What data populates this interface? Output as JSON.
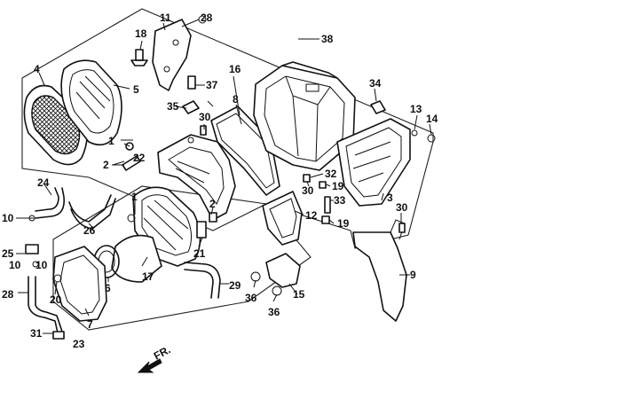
{
  "parts": [
    {
      "id": "p1a",
      "label": "1"
    },
    {
      "id": "p1b",
      "label": "1"
    },
    {
      "id": "p2a",
      "label": "2"
    },
    {
      "id": "p2b",
      "label": "2"
    },
    {
      "id": "p3",
      "label": "3"
    },
    {
      "id": "p4",
      "label": "4"
    },
    {
      "id": "p5",
      "label": "5"
    },
    {
      "id": "p6",
      "label": "6"
    },
    {
      "id": "p7",
      "label": "7"
    },
    {
      "id": "p8",
      "label": "8"
    },
    {
      "id": "p9",
      "label": "9"
    },
    {
      "id": "p10a",
      "label": "10"
    },
    {
      "id": "p10b",
      "label": "10"
    },
    {
      "id": "p10c",
      "label": "10"
    },
    {
      "id": "p11",
      "label": "11"
    },
    {
      "id": "p12",
      "label": "12"
    },
    {
      "id": "p13",
      "label": "13"
    },
    {
      "id": "p14",
      "label": "14"
    },
    {
      "id": "p15",
      "label": "15"
    },
    {
      "id": "p16",
      "label": "16"
    },
    {
      "id": "p17",
      "label": "17"
    },
    {
      "id": "p18",
      "label": "18"
    },
    {
      "id": "p19a",
      "label": "19"
    },
    {
      "id": "p19b",
      "label": "19"
    },
    {
      "id": "p20",
      "label": "20"
    },
    {
      "id": "p21",
      "label": "21"
    },
    {
      "id": "p22",
      "label": "22"
    },
    {
      "id": "p23",
      "label": "23"
    },
    {
      "id": "p24",
      "label": "24"
    },
    {
      "id": "p25",
      "label": "25"
    },
    {
      "id": "p26",
      "label": "26"
    },
    {
      "id": "p28a",
      "label": "28"
    },
    {
      "id": "p28b",
      "label": "28"
    },
    {
      "id": "p29",
      "label": "29"
    },
    {
      "id": "p30a",
      "label": "30"
    },
    {
      "id": "p30b",
      "label": "30"
    },
    {
      "id": "p30c",
      "label": "30"
    },
    {
      "id": "p31",
      "label": "31"
    },
    {
      "id": "p32",
      "label": "32"
    },
    {
      "id": "p33",
      "label": "33"
    },
    {
      "id": "p34",
      "label": "34"
    },
    {
      "id": "p35",
      "label": "35"
    },
    {
      "id": "p36a",
      "label": "36"
    },
    {
      "id": "p36b",
      "label": "36"
    },
    {
      "id": "p37",
      "label": "37"
    },
    {
      "id": "p38",
      "label": "38"
    }
  ],
  "direction_label": "FR.",
  "colors": {
    "ink": "#111111",
    "background": "#ffffff"
  }
}
